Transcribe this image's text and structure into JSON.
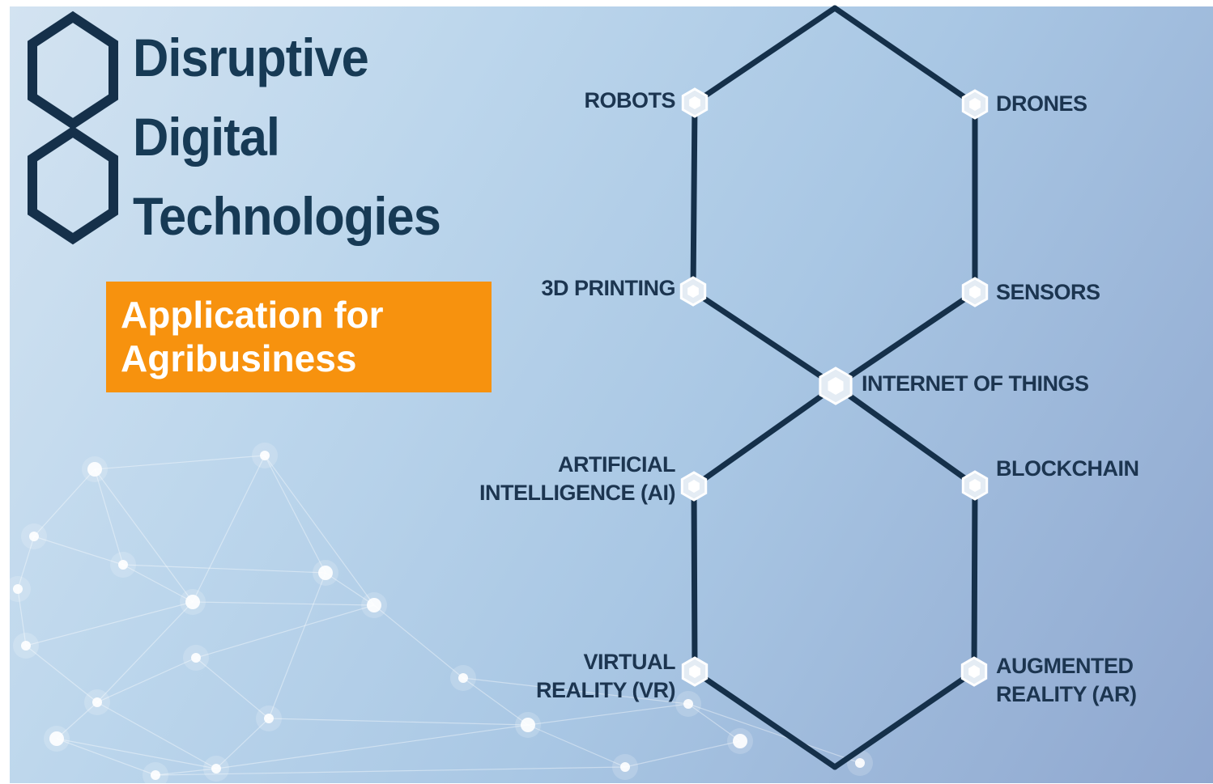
{
  "title": {
    "line1": "Disruptive",
    "line2": "Digital",
    "line3": "Technologies"
  },
  "badge": {
    "line1": "Application for",
    "line2": "Agribusiness"
  },
  "nodes": [
    {
      "id": "robots",
      "lines": [
        "ROBOTS"
      ]
    },
    {
      "id": "drones",
      "lines": [
        "DRONES"
      ]
    },
    {
      "id": "3d-printing",
      "lines": [
        "3D PRINTING"
      ]
    },
    {
      "id": "sensors",
      "lines": [
        "SENSORS"
      ]
    },
    {
      "id": "internet-of-things",
      "lines": [
        "INTERNET OF THINGS"
      ]
    },
    {
      "id": "artificial-intelligence",
      "lines": [
        "ARTIFICIAL",
        "INTELLIGENCE (AI)"
      ]
    },
    {
      "id": "blockchain",
      "lines": [
        "BLOCKCHAIN"
      ]
    },
    {
      "id": "virtual-reality",
      "lines": [
        "VIRTUAL",
        "REALITY (VR)"
      ]
    },
    {
      "id": "augmented-reality",
      "lines": [
        "AUGMENTED",
        "REALITY (AR)"
      ]
    }
  ],
  "colors": {
    "line": "#15304a",
    "title": "#173a55",
    "badge": "#f7920e",
    "label": "#1c3550"
  }
}
